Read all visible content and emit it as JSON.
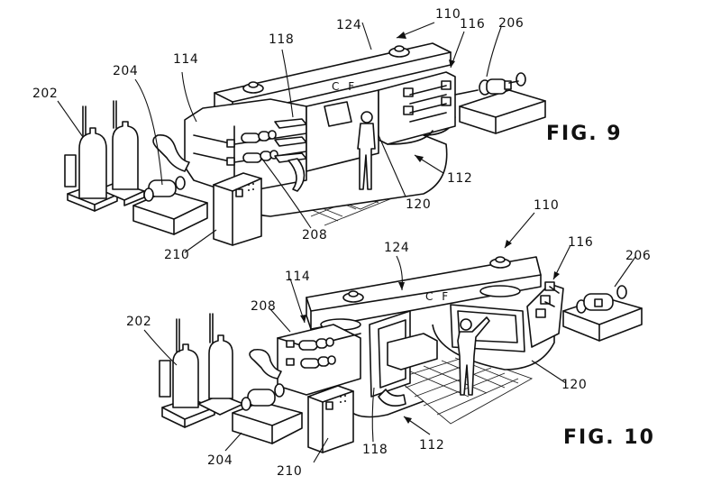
{
  "figures": [
    {
      "id": "fig9",
      "caption": "FIG. 9",
      "beam_marking": "C F",
      "labels": {
        "assembly": "110",
        "base": "112",
        "station_left": "114",
        "station_right": "116",
        "tooling_arm": "118",
        "operator_station": "120",
        "crossbeam": "124",
        "gas_cylinders": "202",
        "pump_unit": "204",
        "motor_unit": "206",
        "torch_assembly": "208",
        "control_cabinet": "210"
      }
    },
    {
      "id": "fig10",
      "caption": "FIG. 10",
      "beam_marking": "C F",
      "labels": {
        "assembly": "110",
        "base": "112",
        "station_left": "114",
        "station_right": "116",
        "tooling_arm": "118",
        "operator_station": "120",
        "crossbeam": "124",
        "gas_cylinders": "202",
        "pump_unit": "204",
        "motor_unit": "206",
        "torch_assembly": "208",
        "control_cabinet": "210"
      }
    }
  ],
  "colors": {
    "ink": "#111111",
    "paper": "#ffffff"
  }
}
